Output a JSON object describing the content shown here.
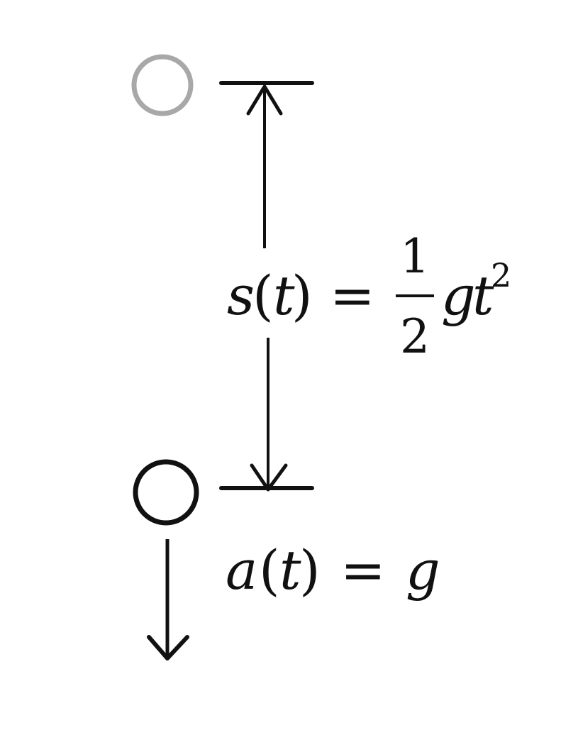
{
  "colors": {
    "ink": "#111111",
    "ghost": "#a8a8a8",
    "background": "#ffffff"
  },
  "displacement_formula": {
    "lhs_func": "s",
    "lhs_open": "(",
    "lhs_var": "t",
    "lhs_close": ")",
    "equals": "=",
    "frac_numerator": "1",
    "frac_denominator": "2",
    "rhs_g": "g",
    "rhs_t": "t",
    "exponent": "2"
  },
  "acceleration_formula": {
    "lhs_func": "a",
    "lhs_open": "(",
    "lhs_var": "t",
    "lhs_close": ")",
    "equals": "=",
    "rhs": "g"
  }
}
